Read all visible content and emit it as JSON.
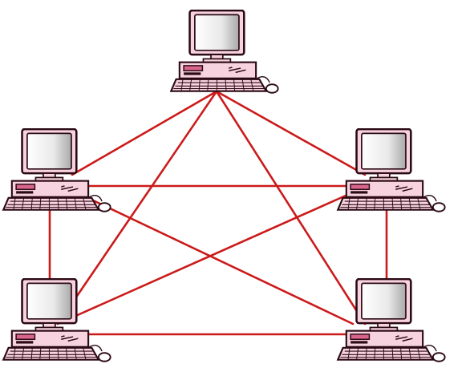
{
  "diagram": {
    "topology": "full-mesh",
    "nodes": [
      {
        "id": "computer-top"
      },
      {
        "id": "computer-left"
      },
      {
        "id": "computer-right"
      },
      {
        "id": "computer-bottom-left"
      },
      {
        "id": "computer-bottom-right"
      }
    ],
    "links": [
      [
        "computer-top",
        "computer-left"
      ],
      [
        "computer-top",
        "computer-right"
      ],
      [
        "computer-top",
        "computer-bottom-left"
      ],
      [
        "computer-top",
        "computer-bottom-right"
      ],
      [
        "computer-left",
        "computer-right"
      ],
      [
        "computer-left",
        "computer-bottom-left"
      ],
      [
        "computer-left",
        "computer-bottom-right"
      ],
      [
        "computer-right",
        "computer-bottom-left"
      ],
      [
        "computer-right",
        "computer-bottom-right"
      ],
      [
        "computer-bottom-left",
        "computer-bottom-right"
      ]
    ],
    "colors": {
      "link": "#cc1a1a",
      "computer_body": "#f6d3de",
      "computer_outline": "#2a0a14",
      "screen": "#ededed",
      "accent": "#d9648c"
    },
    "icon": "desktop-computer-icon"
  }
}
